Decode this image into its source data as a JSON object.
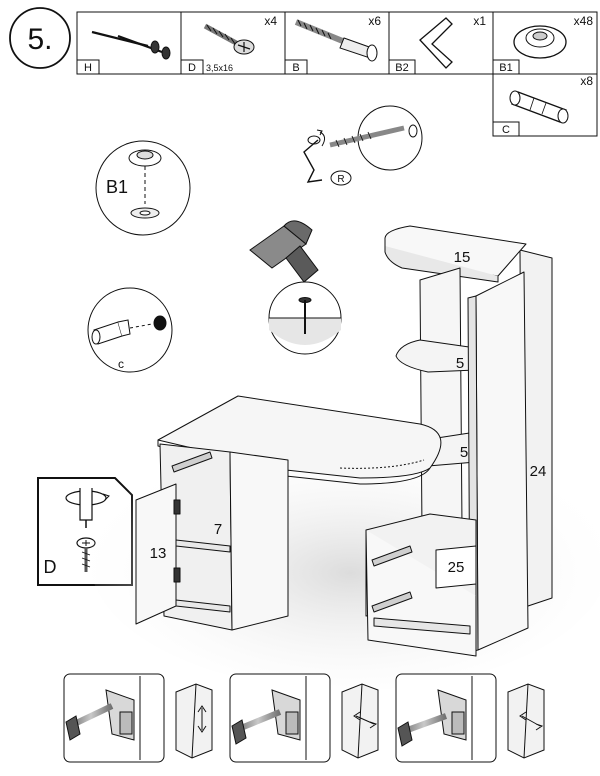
{
  "step": {
    "number": "5."
  },
  "hardware": [
    {
      "code": "H",
      "size": "",
      "qty": ""
    },
    {
      "code": "D",
      "size": "3,5x16",
      "qty": "x4"
    },
    {
      "code": "B",
      "size": "",
      "qty": "x6"
    },
    {
      "code": "B2",
      "size": "",
      "qty": "x1"
    },
    {
      "code": "B1",
      "size": "",
      "qty": "x48"
    },
    {
      "code": "C",
      "size": "",
      "qty": "x8"
    }
  ],
  "callouts": {
    "b1": "B1",
    "c": "c",
    "d": "D",
    "r": "R"
  },
  "panels": {
    "p15": "15",
    "p5a": "5",
    "p5b": "5",
    "p24": "24",
    "p7": "7",
    "p13": "13",
    "p25": "25"
  },
  "colors": {
    "line": "#111111",
    "panel": "#f4f4f4",
    "shadow": "#e2e2e2",
    "metal": "#8a8a8a"
  }
}
